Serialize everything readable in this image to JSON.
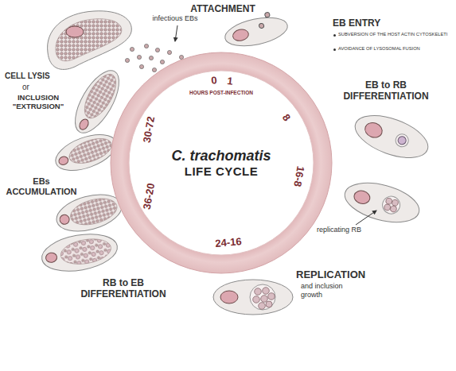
{
  "diagram": {
    "nodes": [
      {
        "text": [
          "0",
          "1",
          "HOURS POST-INFECTION",
          "8",
          "16-8",
          "24-16",
          "36-20",
          "30-72"
        ]
      },
      {
        "text": [
          "C. trachomatis",
          "LIFE CYCLE"
        ],
        "in": 0
      }
    ],
    "labels": [
      "infectious EBs",
      "ATTACHMENT",
      "EB ENTRY",
      "SUBVERSION OF THE HOST ACTIN CYTOSKELETI",
      "AVOIDANCE OF LYSOSOMAL FUSION",
      "EB to RB DIFFERENTIATION",
      "replicating RB",
      "REPLICATION",
      "and inclusion growth",
      "RB to EB DIFFERENTIATION",
      "EBs ACCUMULATION",
      "CELL LYSIS",
      "or",
      "INCLUSION \"EXTRUSION\""
    ]
  }
}
